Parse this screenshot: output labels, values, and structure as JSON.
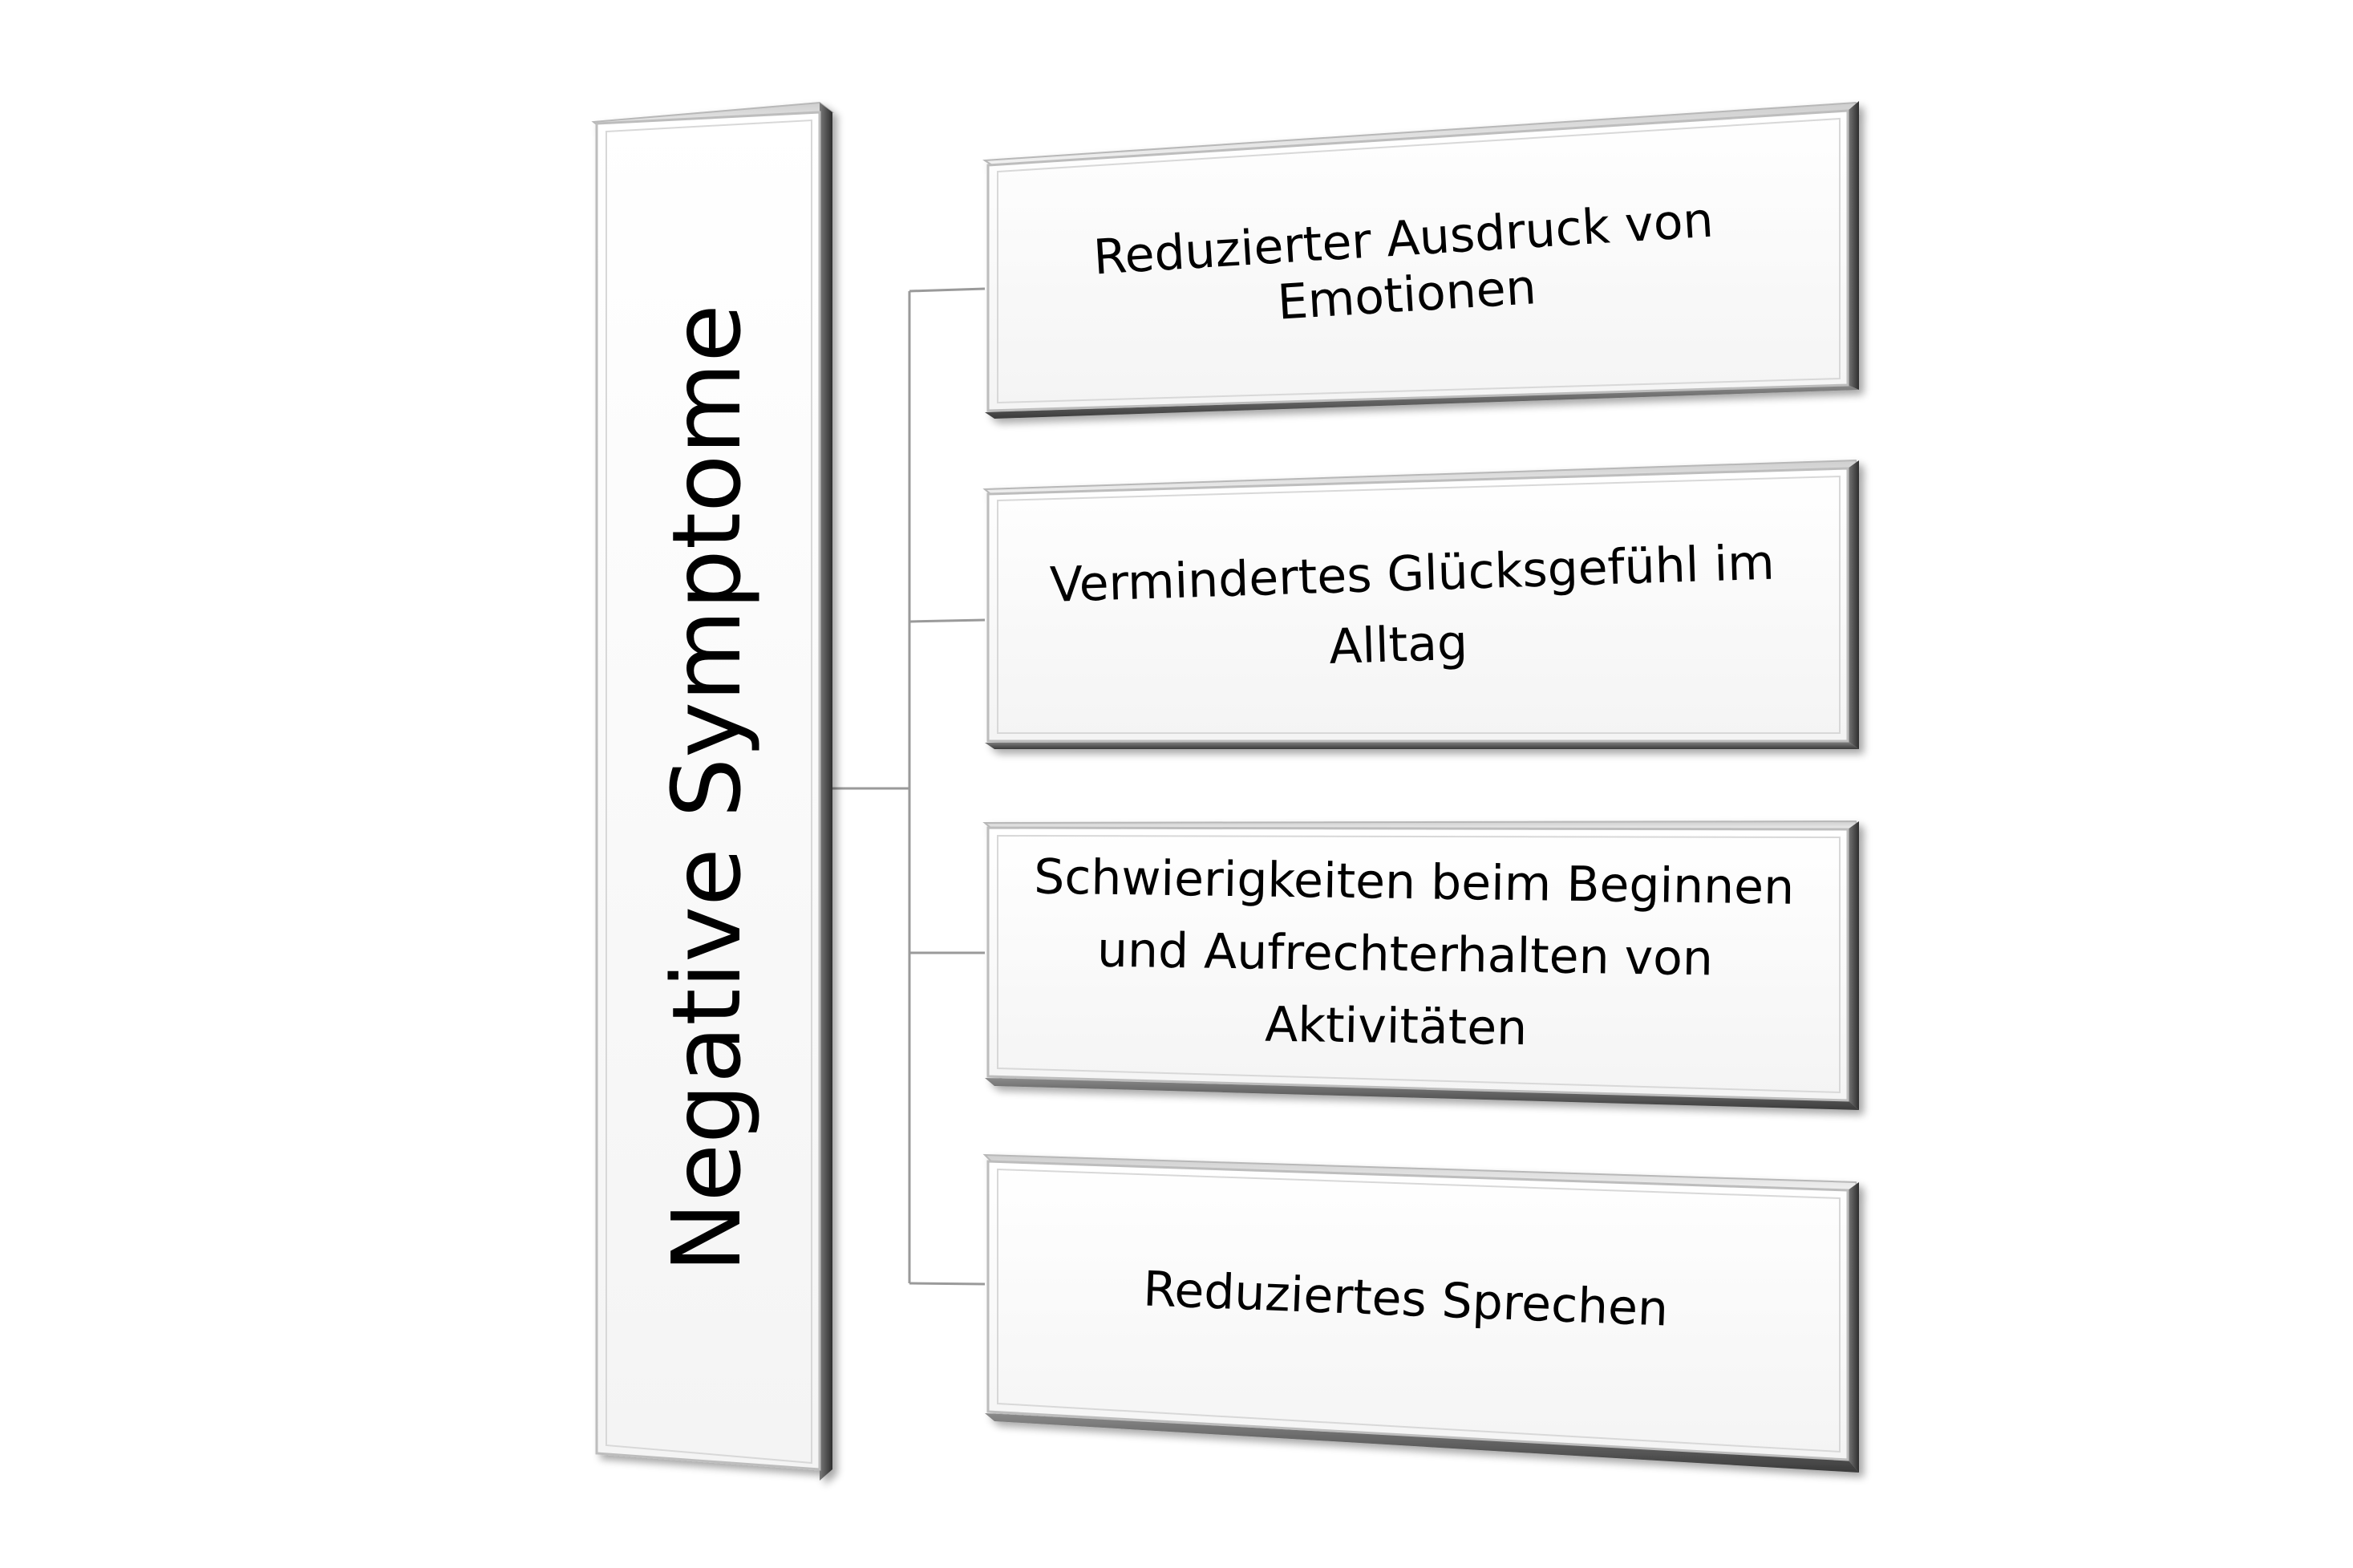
{
  "diagram": {
    "root": {
      "label": "Negative Symptome"
    },
    "children": [
      {
        "lines": [
          "Reduzierter Ausdruck von",
          "Emotionen"
        ]
      },
      {
        "lines": [
          "Vermindertes Glücksgefühl im",
          "Alltag"
        ]
      },
      {
        "lines": [
          "Schwierigkeiten beim Beginnen",
          "und Aufrechterhalten von",
          "Aktivitäten"
        ]
      },
      {
        "lines": [
          "Reduziertes Sprechen"
        ]
      }
    ]
  }
}
